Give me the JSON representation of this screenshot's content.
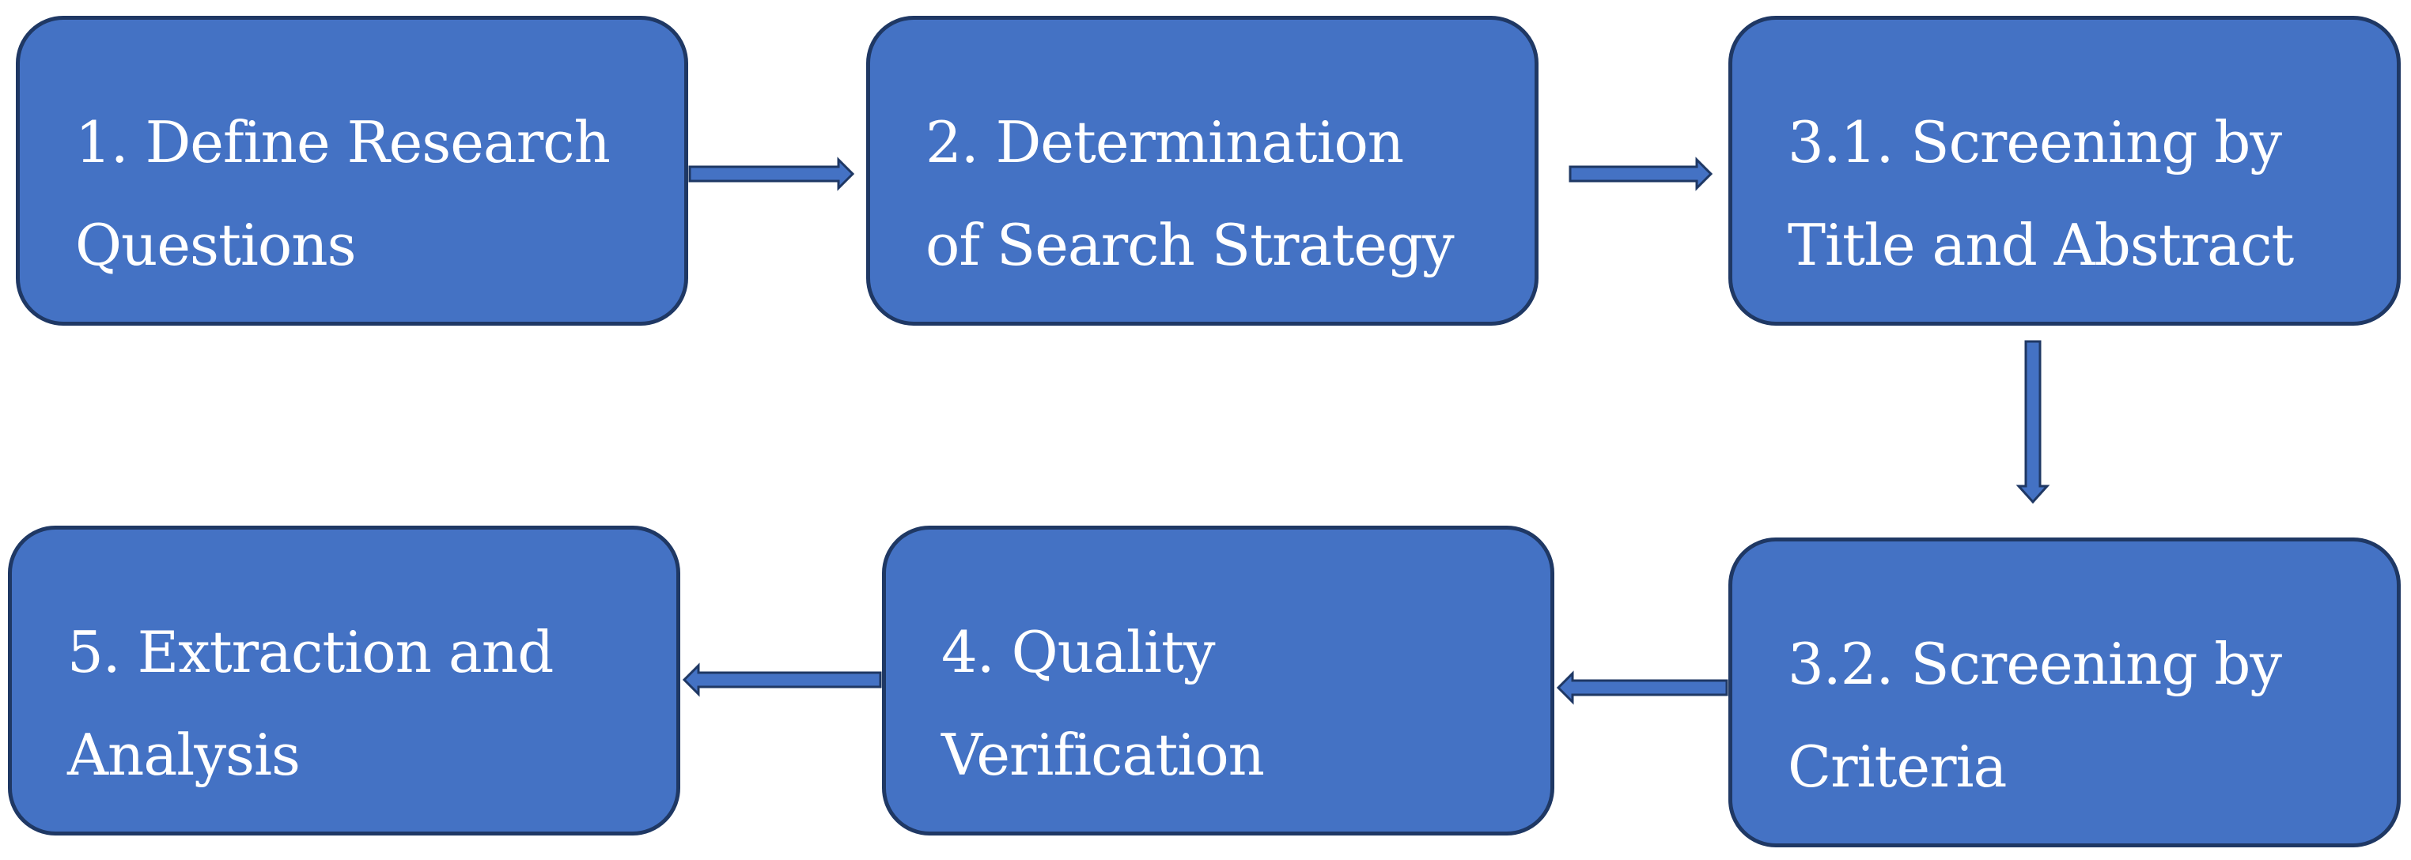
{
  "colors": {
    "box_fill": "#4472c4",
    "box_border": "#1f3864",
    "box_text": "#ffffff",
    "arrow_fill": "#4472c4",
    "arrow_stroke": "#1f3864"
  },
  "steps": [
    {
      "label": "1. Define Research\nQuestions"
    },
    {
      "label": "2. Determination\nof Search Strategy"
    },
    {
      "label": "3.1. Screening by\nTitle and Abstract"
    },
    {
      "label": "3.2. Screening by\nCriteria"
    },
    {
      "label": "4. Quality\nVerification"
    },
    {
      "label": "5. Extraction and\nAnalysis"
    }
  ]
}
